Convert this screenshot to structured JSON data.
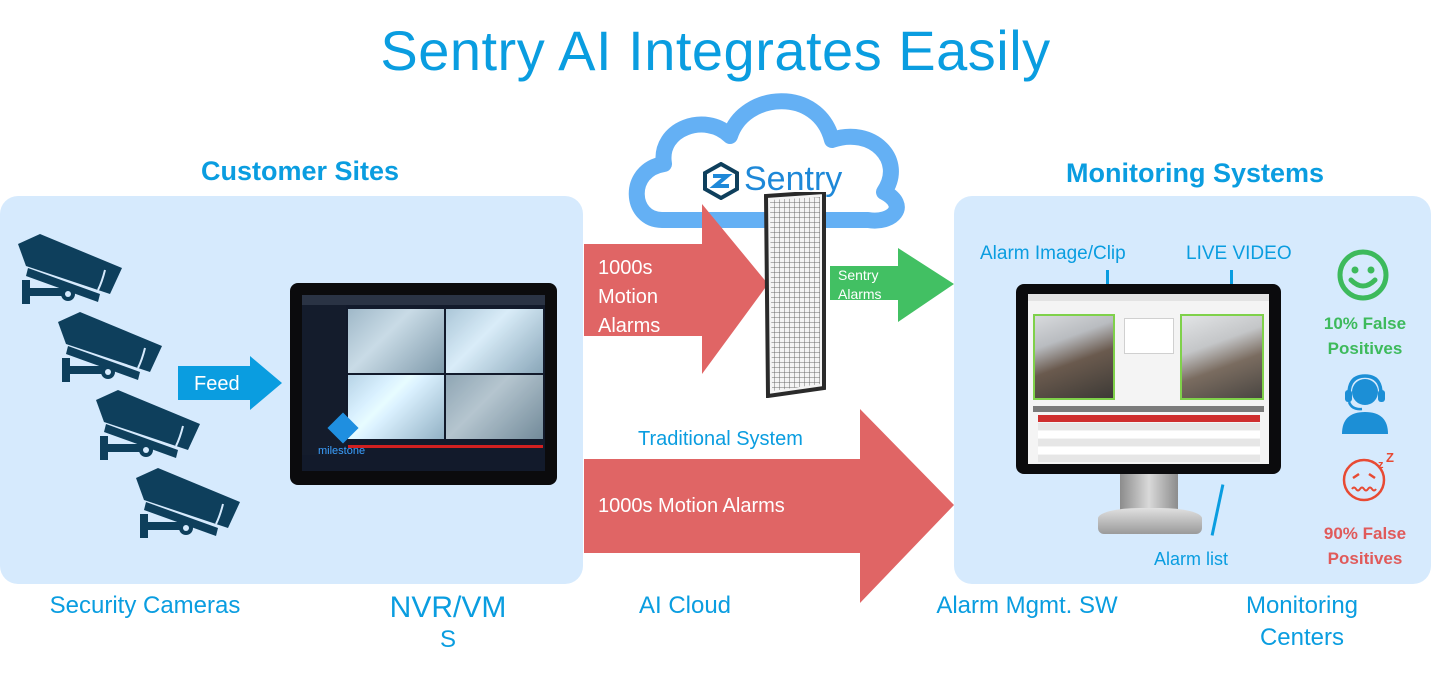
{
  "title": "Sentry AI Integrates Easily",
  "colors": {
    "brand_blue": "#0a9de0",
    "panel_bg": "#d6eafd",
    "red_arrow": "#e06565",
    "green_arrow": "#42c063",
    "cloud_stroke": "#64b0f4",
    "camera_navy": "#0e3f5c",
    "happy_green": "#3dba5c",
    "sad_red": "#e84a33"
  },
  "customer_sites": {
    "heading": "Customer Sites",
    "feed_label": "Feed",
    "nvr_brand": "milestone",
    "cameras": [
      "camera-icon",
      "camera-icon",
      "camera-icon",
      "camera-icon"
    ]
  },
  "cloud": {
    "brand": "Sentry",
    "logo_icon": "sentry-hexagon-logo-icon",
    "filter_icon": "mesh-filter-icon"
  },
  "flows": {
    "upper_input": {
      "line1": "1000s",
      "line2": "Motion",
      "line3": "Alarms"
    },
    "sentry_output": {
      "line1": "Sentry",
      "line2": "Alarms"
    },
    "traditional_label": "Traditional System",
    "traditional_arrow": "1000s Motion Alarms"
  },
  "monitoring": {
    "heading": "Monitoring Systems",
    "callouts": {
      "alarm_image": "Alarm Image/Clip",
      "live_video": "LIVE VIDEO",
      "alarm_list": "Alarm list"
    },
    "outcomes": [
      {
        "icon": "smiley-face-icon",
        "text_line1": "10% False",
        "text_line2": "Positives",
        "tone": "good"
      },
      {
        "icon": "operator-headset-icon",
        "tone": "neutral"
      },
      {
        "icon": "sleepy-face-icon",
        "text_line1": "90% False",
        "text_line2": "Positives",
        "tone": "bad"
      }
    ]
  },
  "captions": {
    "security_cameras": "Security Cameras",
    "nvr_line1": "NVR/VM",
    "nvr_line2": "S",
    "ai_cloud": "AI Cloud",
    "alarm_mgmt": "Alarm Mgmt. SW",
    "monitoring_line1": "Monitoring",
    "monitoring_line2": "Centers"
  }
}
